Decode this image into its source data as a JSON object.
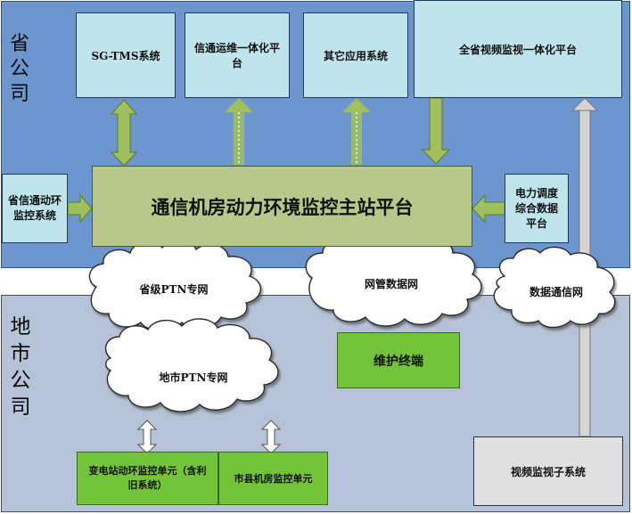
{
  "regions": {
    "province_label": "省公司",
    "city_label": "地市公司"
  },
  "systems": {
    "sg_tms": "SG-TMS系统",
    "ops_platform": "信通运维一体化平台",
    "other_apps": "其它应用系统",
    "video_platform": "全省视频监视一体化平台",
    "prov_power_env": "省信通动环监控系统",
    "master_station": "通信机房动力环境监控主站平台",
    "dispatch_data": "电力调度综合数据平台"
  },
  "networks": {
    "prov_ptn": "省级PTN专网",
    "mgmt_net": "网管数据网",
    "data_comm": "数据通信网",
    "city_ptn": "地市PTN专网"
  },
  "city_units": {
    "maintenance": "维护终端",
    "substation_unit": "变电站动环监控单元（含利旧系统）",
    "city_room_unit": "市县机房监控单元",
    "video_subsystem": "视频监视子系统"
  },
  "colors": {
    "province_bg": "#6d96cf",
    "city_bg": "#b6c2d7",
    "system_box": "#bfe4ec",
    "master_box": "#b6c88a",
    "unit_green": "#74c43b",
    "arrow_green": "#a0bf5e"
  }
}
